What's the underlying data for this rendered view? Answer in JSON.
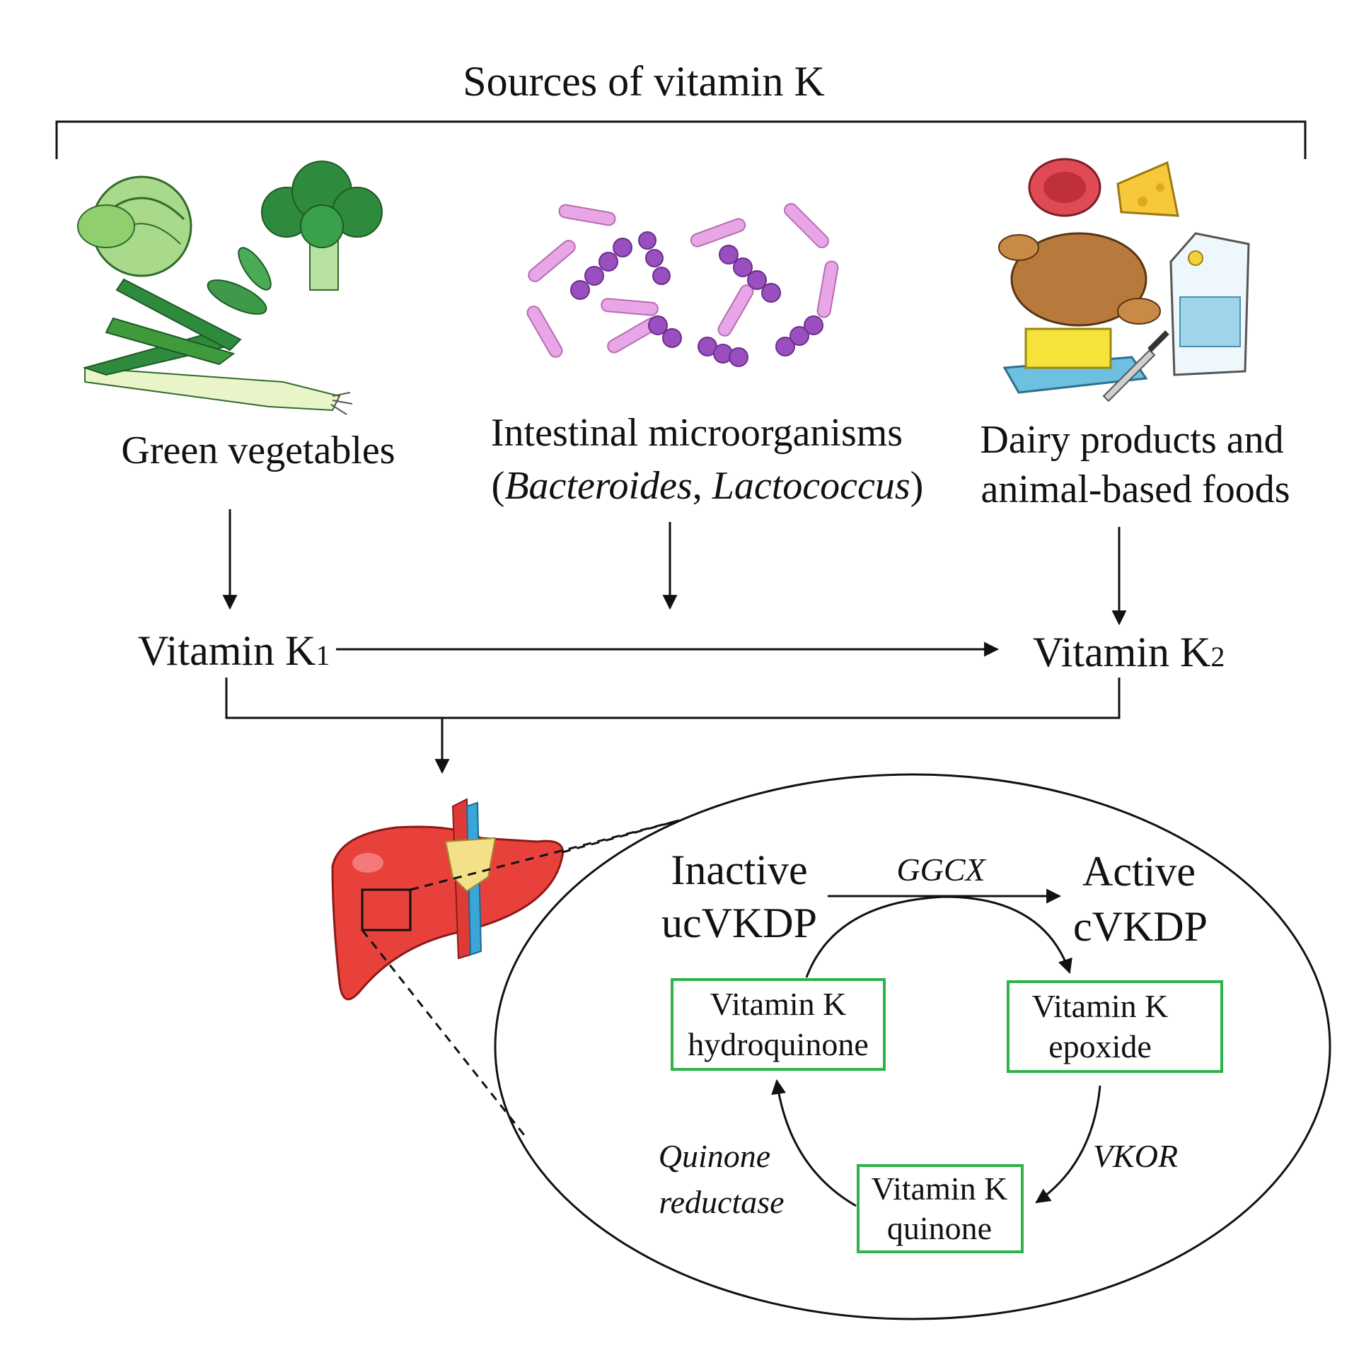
{
  "title": "Sources of vitamin K",
  "sources": {
    "vegetables": {
      "label": "Green vegetables"
    },
    "microbes": {
      "label_line1": "Intestinal microorganisms",
      "label_paren_open": "(",
      "genus1": "Bacteroides",
      "comma": ", ",
      "genus2": "Lactococcus",
      "label_paren_close": ")"
    },
    "dairy": {
      "label_line1": "Dairy products and",
      "label_line2": "animal-based foods"
    }
  },
  "vitamins": {
    "k1_base": "Vitamin K",
    "k1_sub": "1",
    "k2_base": "Vitamin K",
    "k2_sub": "2"
  },
  "liver_cycle": {
    "inactive_line1": "Inactive",
    "inactive_line2": "ucVKDP",
    "active_line1": "Active",
    "active_line2": "cVKDP",
    "enzyme_ggcx": "GGCX",
    "enzyme_vkor": "VKOR",
    "enzyme_qr_line1": "Quinone",
    "enzyme_qr_line2": "reductase",
    "hydroquinone_line1": "Vitamin K",
    "hydroquinone_line2": "hydroquinone",
    "epoxide_line1": "Vitamin K",
    "epoxide_line2": "epoxide",
    "quinone_line1": "Vitamin K",
    "quinone_line2": "quinone"
  },
  "colors": {
    "box_border": "#2db34a",
    "liver": "#e8413c",
    "vein": "#3aa6d8",
    "microbe_rod": "#e9a6e6",
    "microbe_coccus": "#9a4fc0",
    "leaf_green": "#3f9a3c"
  },
  "icons": [
    "cabbage-icon",
    "broccoli-icon",
    "leek-icon",
    "peas-icon",
    "rod-bacteria-icon",
    "cocci-chain-icon",
    "meat-icon",
    "cheese-icon",
    "chicken-icon",
    "milk-carton-icon",
    "butter-icon",
    "knife-icon",
    "liver-icon"
  ]
}
